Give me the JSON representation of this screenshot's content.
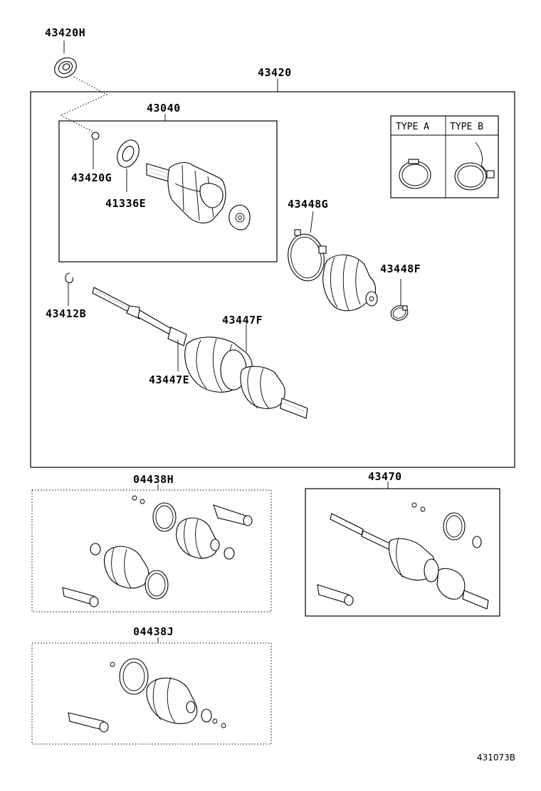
{
  "callouts": {
    "p43420H": "43420H",
    "p43420": "43420",
    "p43040": "43040",
    "p43420G": "43420G",
    "p41336E": "41336E",
    "p43448G": "43448G",
    "p43448F": "43448F",
    "p43412B": "43412B",
    "p43447F": "43447F",
    "p43447E": "43447E",
    "p04438H": "04438H",
    "p43470": "43470",
    "p04438J": "04438J"
  },
  "type_box": {
    "type_a": "TYPE A",
    "type_b": "TYPE B"
  },
  "diagram_id": "431073B"
}
